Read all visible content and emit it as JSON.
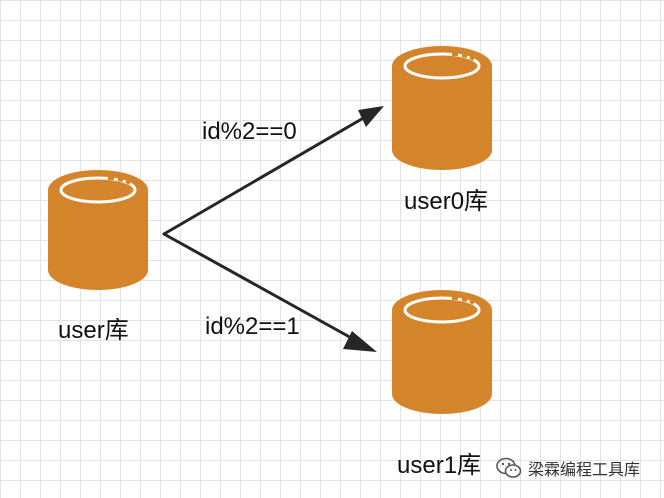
{
  "nodes": {
    "source": {
      "label": "user库"
    },
    "target0": {
      "label": "user0库"
    },
    "target1": {
      "label": "user1库"
    }
  },
  "edges": [
    {
      "from": "source",
      "to": "target0",
      "label": "id%2==0"
    },
    {
      "from": "source",
      "to": "target1",
      "label": "id%2==1"
    }
  ],
  "watermark": {
    "text": "梁霖编程工具库",
    "icon": "wechat-icon"
  },
  "colors": {
    "database": "#D4852C",
    "rim": "#ffffff",
    "arrow": "#262626",
    "grid": "#e3e3e3"
  }
}
